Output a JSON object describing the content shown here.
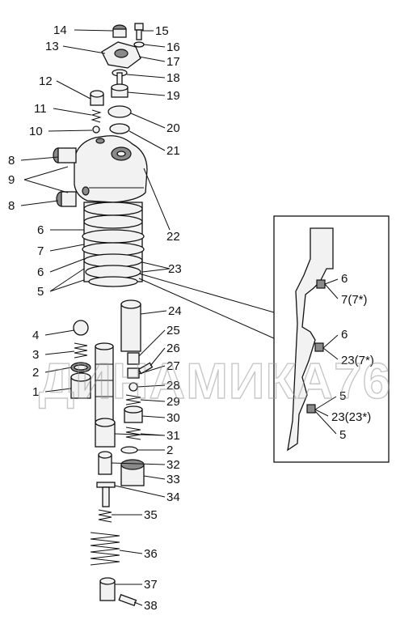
{
  "callouts": [
    "14",
    "15",
    "13",
    "16",
    "17",
    "18",
    "12",
    "19",
    "11",
    "20",
    "10",
    "21",
    "8",
    "9",
    "8",
    "22",
    "6",
    "7",
    "6",
    "23",
    "5",
    "24",
    "4",
    "25",
    "3",
    "26",
    "2",
    "27",
    "1",
    "28",
    "29",
    "30",
    "31",
    "2",
    "32",
    "33",
    "34",
    "35",
    "36",
    "37",
    "38"
  ],
  "inset_callouts": [
    "6",
    "7(7*)",
    "6",
    "23(7*)",
    "5",
    "23(23*)",
    "5"
  ],
  "watermark": "ДИНАМИКА76"
}
